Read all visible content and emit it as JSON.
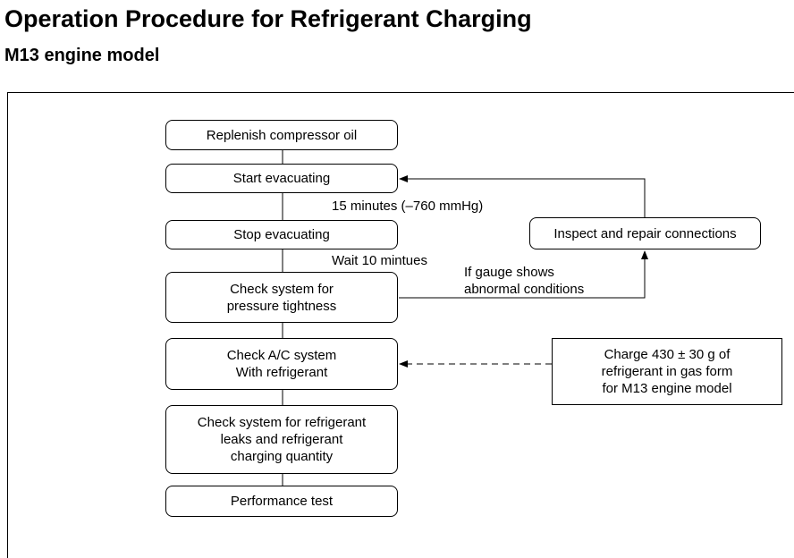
{
  "header": {
    "title": "Operation Procedure for Refrigerant Charging",
    "subtitle": "M13 engine model"
  },
  "flow": {
    "replenish_oil": "Replenish compressor oil",
    "start_evacuating": "Start evacuating",
    "stop_evacuating": "Stop evacuating",
    "check_tightness": [
      "Check system for",
      "pressure tightness"
    ],
    "check_ac": [
      "Check A/C system",
      "With refrigerant"
    ],
    "check_leaks": [
      "Check system for refrigerant",
      "leaks and refrigerant",
      "charging quantity"
    ],
    "performance_test": "Performance test",
    "inspect_repair": "Inspect and repair connections",
    "charge_note": [
      "Charge 430 ± 30 g of",
      "refrigerant in gas form",
      "for M13 engine model"
    ]
  },
  "labels": {
    "evac_time": "15 minutes (–760 mmHg)",
    "wait_time": "Wait 10 mintues",
    "abnormal": [
      "If gauge shows",
      "abnormal conditions"
    ]
  }
}
